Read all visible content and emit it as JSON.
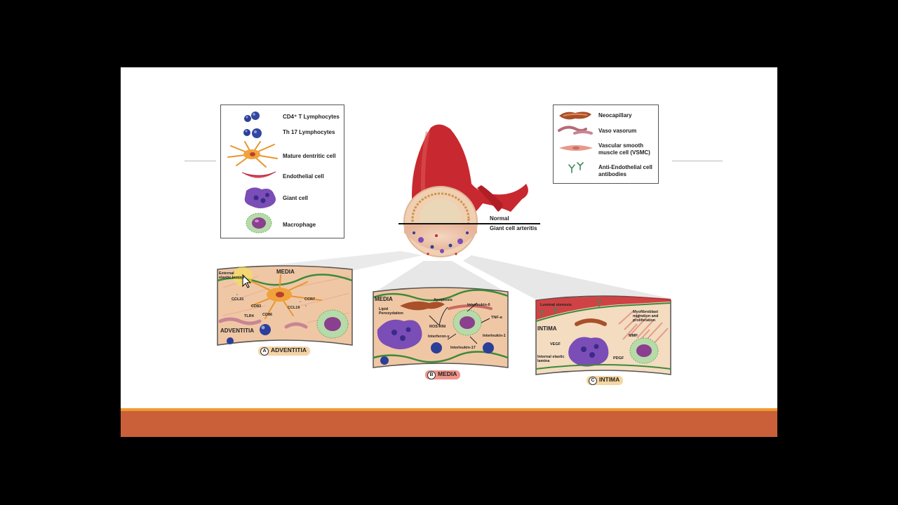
{
  "legend_left": {
    "items": [
      {
        "label": "CD4⁺ T Lymphocytes",
        "icon": "lymphocyte-icon"
      },
      {
        "label": "Th 17 Lymphocytes",
        "icon": "lymphocyte-icon"
      },
      {
        "label": "Mature dentritic cell",
        "icon": "dendritic-cell-icon"
      },
      {
        "label": "Endothelial cell",
        "icon": "endothelial-cell-icon"
      },
      {
        "label": "Giant cell",
        "icon": "giant-cell-icon"
      },
      {
        "label": "Macrophage",
        "icon": "macrophage-icon"
      }
    ]
  },
  "legend_right": {
    "items": [
      {
        "label": "Neocapillary",
        "icon": "neocapillary-icon"
      },
      {
        "label": "Vaso vasorum",
        "icon": "vaso-vasorum-icon"
      },
      {
        "label": "Vascular smooth muscle cell (VSMC)",
        "icon": "vsmc-icon"
      },
      {
        "label": "Anti-Endothelial cell antibodies",
        "icon": "antibody-icon"
      }
    ]
  },
  "artery": {
    "normal_label": "Normal",
    "gca_label": "Giant cell arteritis"
  },
  "panel_a": {
    "region_label": "MEDIA",
    "elastic_label": "External elastic lamina",
    "adventitia_label": "ADVENTITIA",
    "annotations": [
      "CCL21",
      "CD83",
      "CD86",
      "TLR4",
      "CCL19",
      "CCR7"
    ],
    "tag_letter": "A",
    "tag_label": "ADVENTITIA"
  },
  "panel_b": {
    "region_label": "MEDIA",
    "annotations": [
      "Lipid Peroxydation",
      "Apoptosis",
      "Interleukin-6",
      "TNF-α",
      "ROS-RNI",
      "Interferon-γ",
      "Interleukin-1",
      "Interleukin-17"
    ],
    "tag_letter": "B",
    "tag_label": "MEDIA"
  },
  "panel_c": {
    "region_label": "INTIMA",
    "top_label": "Luminal stenosis",
    "annotations": [
      "Myofibroblast migration and proliferation",
      "VEGF",
      "MMP",
      "PDGF",
      "Internal elastic lamina"
    ],
    "tag_letter": "C",
    "tag_label": "INTIMA"
  },
  "colors": {
    "footer": "#c9603a",
    "footer_accent": "#f29a2e",
    "artery": "#c8282f",
    "tissue": "#f0c8a8",
    "lymphocyte": "#2b3f99",
    "giant_cell": "#7b4db6",
    "dendritic": "#f2a23a",
    "macrophage": "#9ccf8e"
  }
}
